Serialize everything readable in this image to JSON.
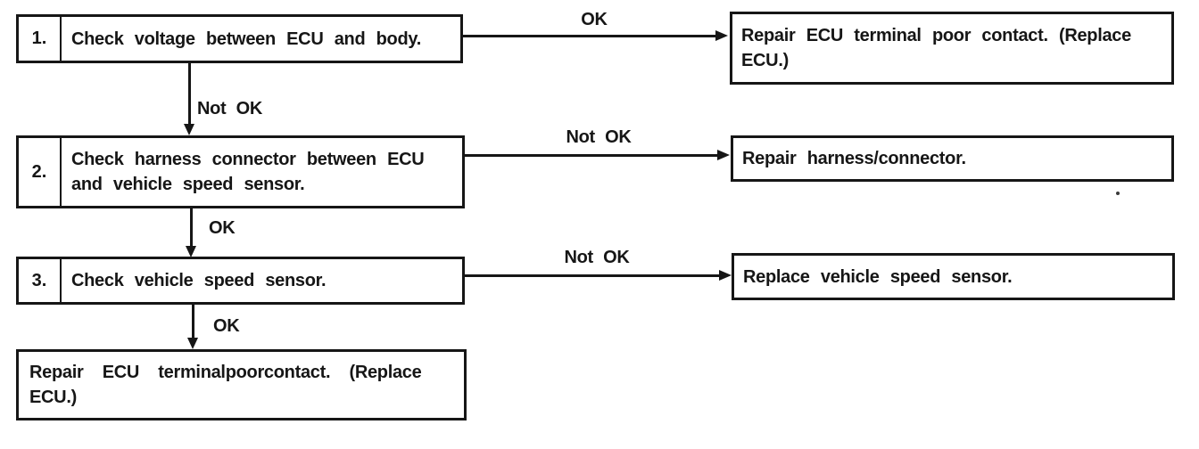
{
  "palette": {
    "ink": "#161616",
    "background": "#ffffff"
  },
  "flow": {
    "steps": [
      {
        "number": "1.",
        "text": "Check voltage between ECU and body."
      },
      {
        "number": "2.",
        "text": "Check harness connector between ECU\nand vehicle speed sensor."
      },
      {
        "number": "3.",
        "text": "Check vehicle speed sensor."
      }
    ],
    "results": [
      {
        "text": "Repair ECU terminal poor contact. (Replace\nECU.)"
      },
      {
        "text": "Repair harness/connector."
      },
      {
        "text": "Replace vehicle speed sensor."
      },
      {
        "text": "Repair ECU terminalpoorcontact. (Replace\nECU.)"
      }
    ],
    "edges": [
      {
        "name": "step1-to-result1",
        "label": "OK"
      },
      {
        "name": "step1-to-step2",
        "label": "Not OK"
      },
      {
        "name": "step2-to-result2",
        "label": "Not OK"
      },
      {
        "name": "step2-to-step3",
        "label": "OK"
      },
      {
        "name": "step3-to-result3",
        "label": "Not OK"
      },
      {
        "name": "step3-to-result4",
        "label": "OK"
      }
    ]
  }
}
